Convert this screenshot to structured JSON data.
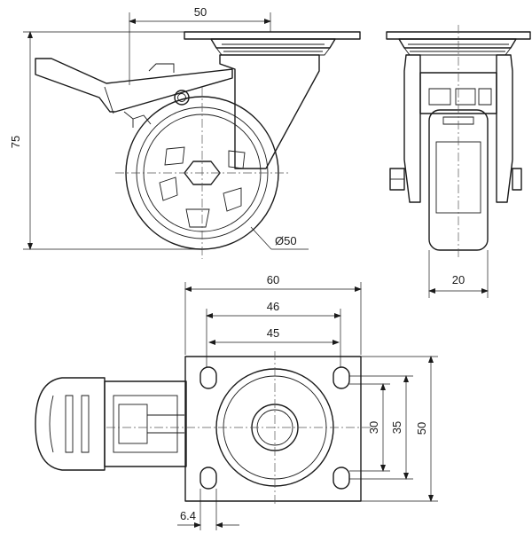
{
  "dimensions": {
    "top_plate_offset": "50",
    "overall_height": "75",
    "wheel_diameter": "Ø50",
    "wheel_width": "20",
    "plate_length": "60",
    "hole_spacing_outer": "46",
    "hole_spacing_inner": "45",
    "plate_width": "50",
    "hole_spacing_width_outer": "35",
    "hole_spacing_width_inner": "30",
    "slot_width": "6.4"
  },
  "colors": {
    "line": "#1a1a1a",
    "background": "#ffffff"
  }
}
